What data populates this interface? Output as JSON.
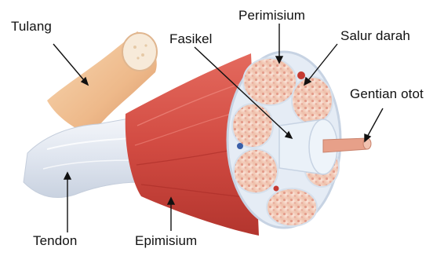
{
  "labels": {
    "tulang": "Tulang",
    "perimisium": "Perimisium",
    "salur_darah": "Salur darah",
    "fasikel": "Fasikel",
    "gentian_otot": "Gentian otot",
    "tendon": "Tendon",
    "epimisium": "Epimisium"
  },
  "colors": {
    "bone": "#f2c79c",
    "bone_cut": "#f7e9d4",
    "tendon": "#e8ecf4",
    "muscle": "#d9534a",
    "muscle_dark": "#b9322c",
    "fascicle_fill": "#f5d7c8",
    "fiber_dots": "#e8a796",
    "sheath": "#dfe8f3",
    "leader": "#111111"
  }
}
